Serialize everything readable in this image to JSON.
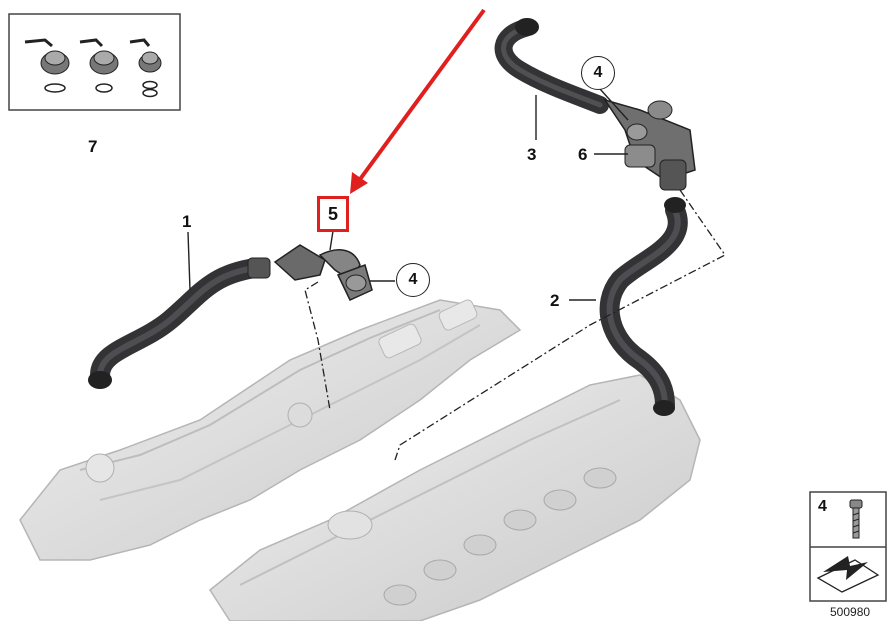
{
  "callouts": {
    "part_1": "1",
    "part_2": "2",
    "part_3": "3",
    "part_4_upper": "4",
    "part_4_lower": "4",
    "part_5": "5",
    "part_6": "6",
    "part_7": "7"
  },
  "legend": {
    "screw_number": "4"
  },
  "diagram_id": "500980",
  "colors": {
    "highlight": "#e0201f",
    "hose": "#3b3b3d",
    "cover": "#d9d9d9",
    "line": "#222222"
  }
}
